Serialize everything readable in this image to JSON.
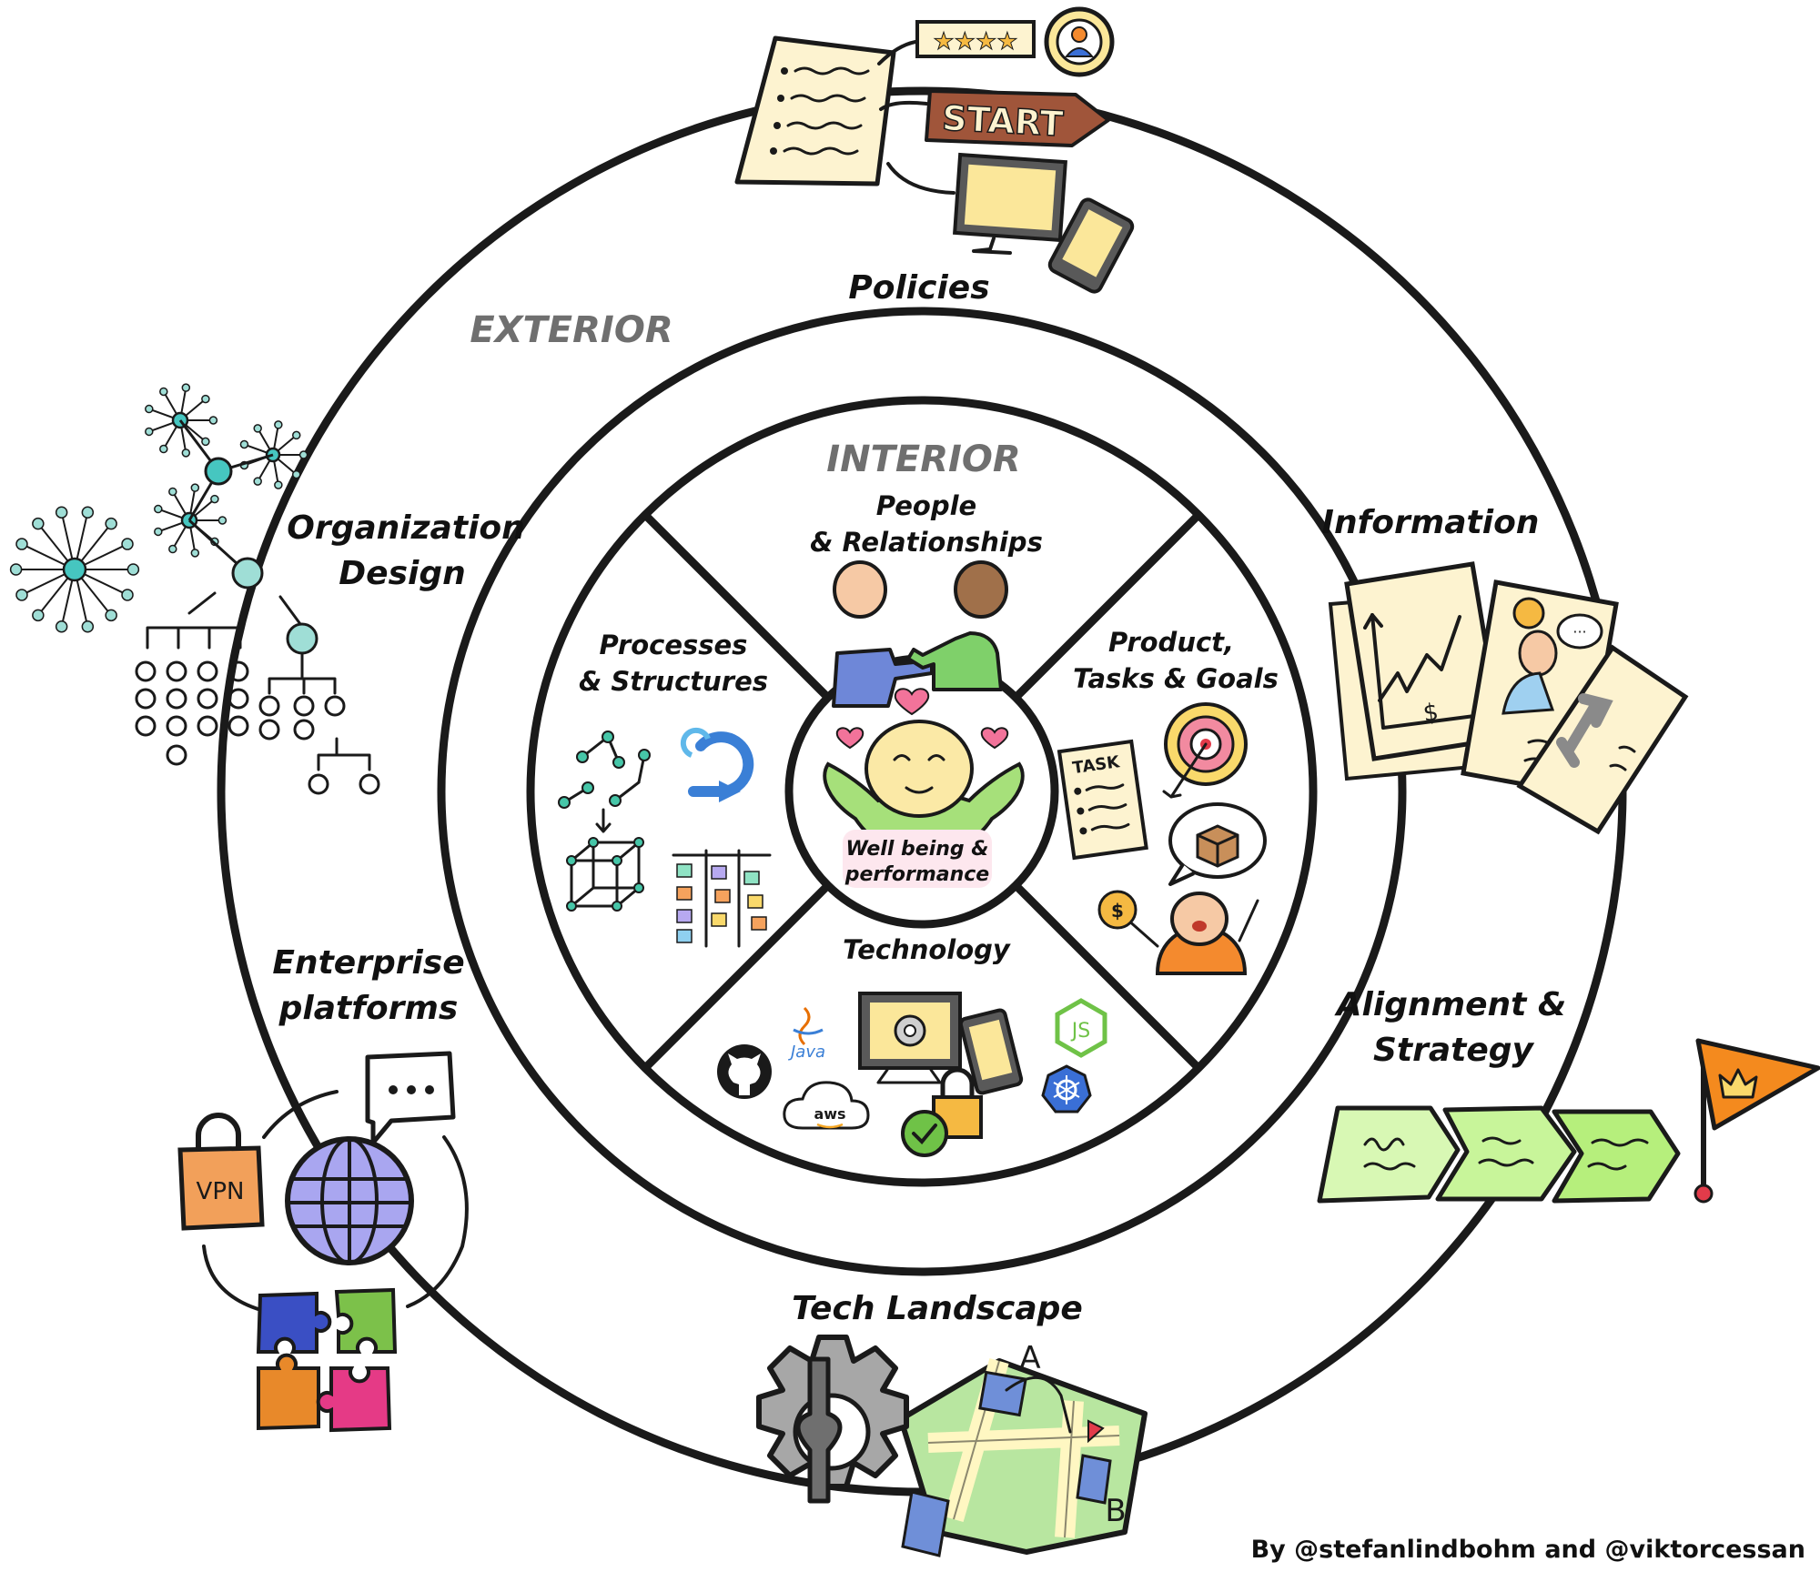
{
  "rings": {
    "exterior_label": "EXTERIOR",
    "interior_label": "INTERIOR"
  },
  "exterior_sections": {
    "policies": "Policies",
    "information": "Information",
    "organization_design": [
      "Organization",
      "Design"
    ],
    "enterprise_platforms": [
      "Enterprise",
      "platforms"
    ],
    "alignment_strategy": [
      "Alignment &",
      "Strategy"
    ],
    "tech_landscape": "Tech Landscape"
  },
  "interior_sections": {
    "people": [
      "People",
      "& Relationships"
    ],
    "processes": [
      "Processes",
      "& Structures"
    ],
    "product": [
      "Product,",
      "Tasks & Goals"
    ],
    "technology": "Technology"
  },
  "center": {
    "label": [
      "Well being &",
      "performance"
    ]
  },
  "illustration_text": {
    "start_sign": "START",
    "task_note": "TASK",
    "java_logo": "Java",
    "aws_logo": "aws",
    "node_logo": "JS",
    "vpn_lock": "VPN",
    "map_point_a": "A",
    "map_point_b": "B",
    "chart_currency": "$"
  },
  "credit": "By @stefanlindbohm and @viktorcessan",
  "colors": {
    "ring_stroke": "#1a1a1a",
    "ring_label_grey": "#6f6f6f",
    "paper_yellow": "#fdf3d0",
    "screen_yellow": "#fbe79a",
    "network_teal": "#9fded6",
    "strategy_green": "#c8f59a",
    "flag_orange": "#f48a1e",
    "globe_purple": "#a9a6f0",
    "center_face": "#fbe9a6",
    "center_green": "#a6e07a",
    "label_pink": "#fde7ee"
  }
}
